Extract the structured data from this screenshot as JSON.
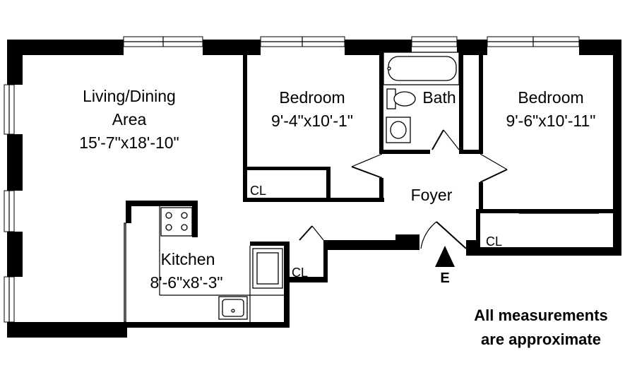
{
  "rooms": {
    "living": {
      "name_line1": "Living/Dining",
      "name_line2": "Area",
      "size": "15'-7\"x18'-10\""
    },
    "bedroom1": {
      "name": "Bedroom",
      "size": "9'-4\"x10'-1\""
    },
    "bath": {
      "name": "Bath"
    },
    "bedroom2": {
      "name": "Bedroom",
      "size": "9'-6\"x10'-11\""
    },
    "foyer": {
      "name": "Foyer"
    },
    "kitchen": {
      "name": "Kitchen",
      "size": "8'-6\"x8'-3\""
    }
  },
  "closets": {
    "bedroom1": "CL",
    "kitchen": "CL",
    "bedroom2": "CL"
  },
  "entrance": {
    "label": "E"
  },
  "note": {
    "line1": "All measurements",
    "line2": "are approximate"
  }
}
